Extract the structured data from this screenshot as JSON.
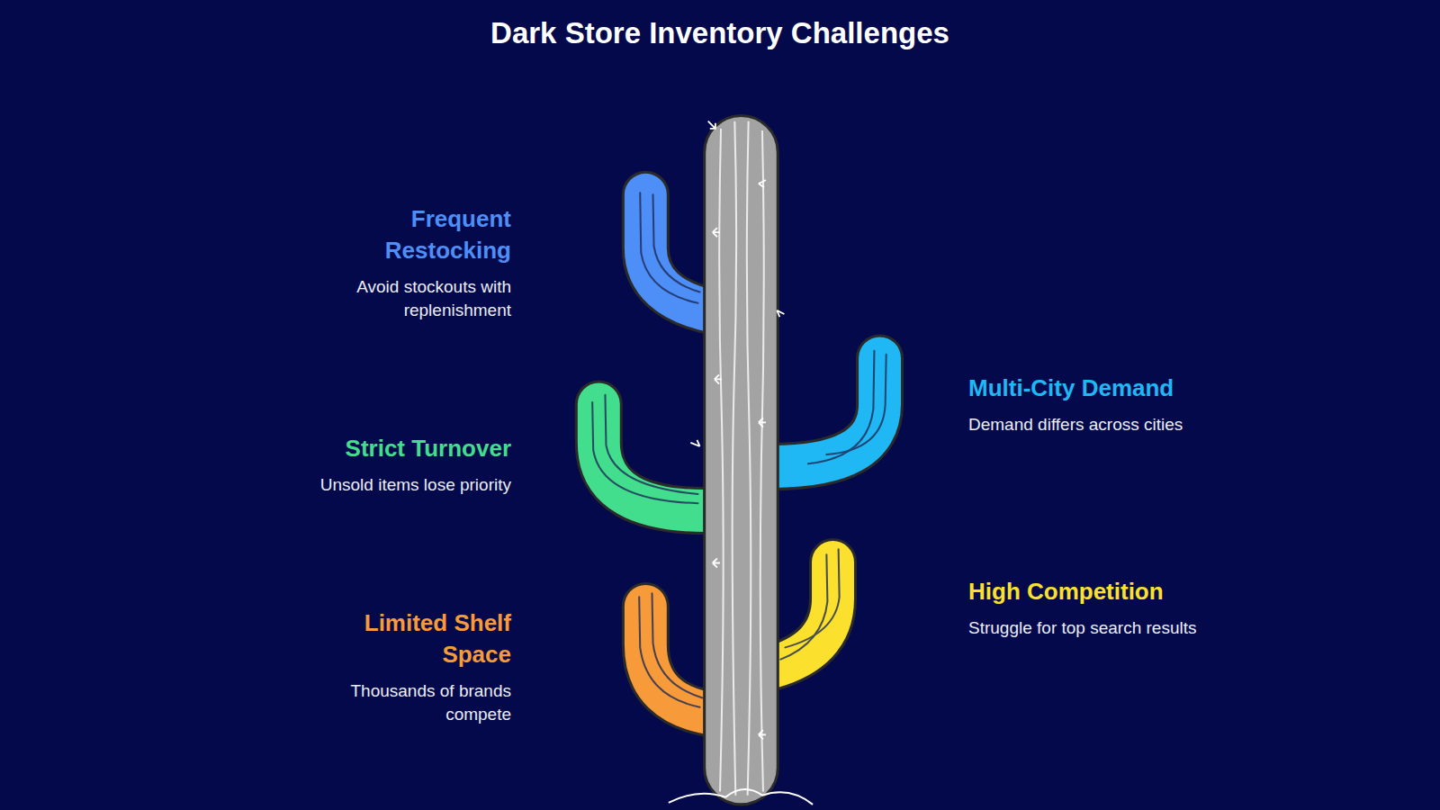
{
  "diagram": {
    "title": "Dark Store Inventory Challenges",
    "nodes": [
      {
        "text": [
          "Frequent Restocking",
          "Avoid stockouts with replenishment"
        ]
      },
      {
        "text": [
          "Multi-City Demand",
          "Demand differs across cities"
        ]
      },
      {
        "text": [
          "Strict Turnover",
          "Unsold items lose priority"
        ]
      },
      {
        "text": [
          "High Competition",
          "Struggle for top search results"
        ]
      },
      {
        "text": [
          "Limited Shelf Space",
          "Thousands of brands compete"
        ]
      }
    ]
  }
}
